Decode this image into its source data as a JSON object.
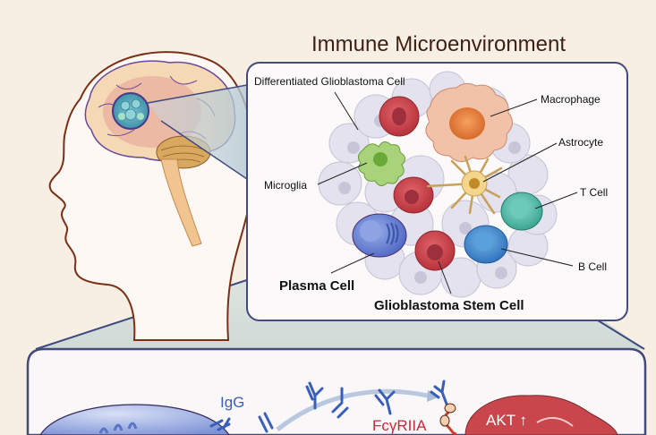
{
  "title": "Immune Microenvironment",
  "labels": {
    "differentiated_gbm": "Differentiated Glioblastoma Cell",
    "macrophage": "Macrophage",
    "astrocyte": "Astrocyte",
    "microglia": "Microglia",
    "t_cell": "T Cell",
    "b_cell": "B Cell",
    "plasma_cell": "Plasma Cell",
    "gbm_stem_cell": "Glioblastoma Stem Cell"
  },
  "bottom_panel": {
    "igg": "IgG",
    "receptor": "FcγRIIA",
    "akt": "AKT ↑"
  },
  "colors": {
    "background": "#f8efe4",
    "title": "#3d1f14",
    "panel_border": "#454a7a",
    "red_cell": "#c9424a",
    "macrophage": "#f0c0a4",
    "microglia": "#a8d37a",
    "t_cell": "#5bbfae",
    "b_cell": "#4a90d0",
    "plasma_cell": "#6e8ad8",
    "astrocyte": "#f2d089",
    "antibody": "#3a5fb8"
  }
}
